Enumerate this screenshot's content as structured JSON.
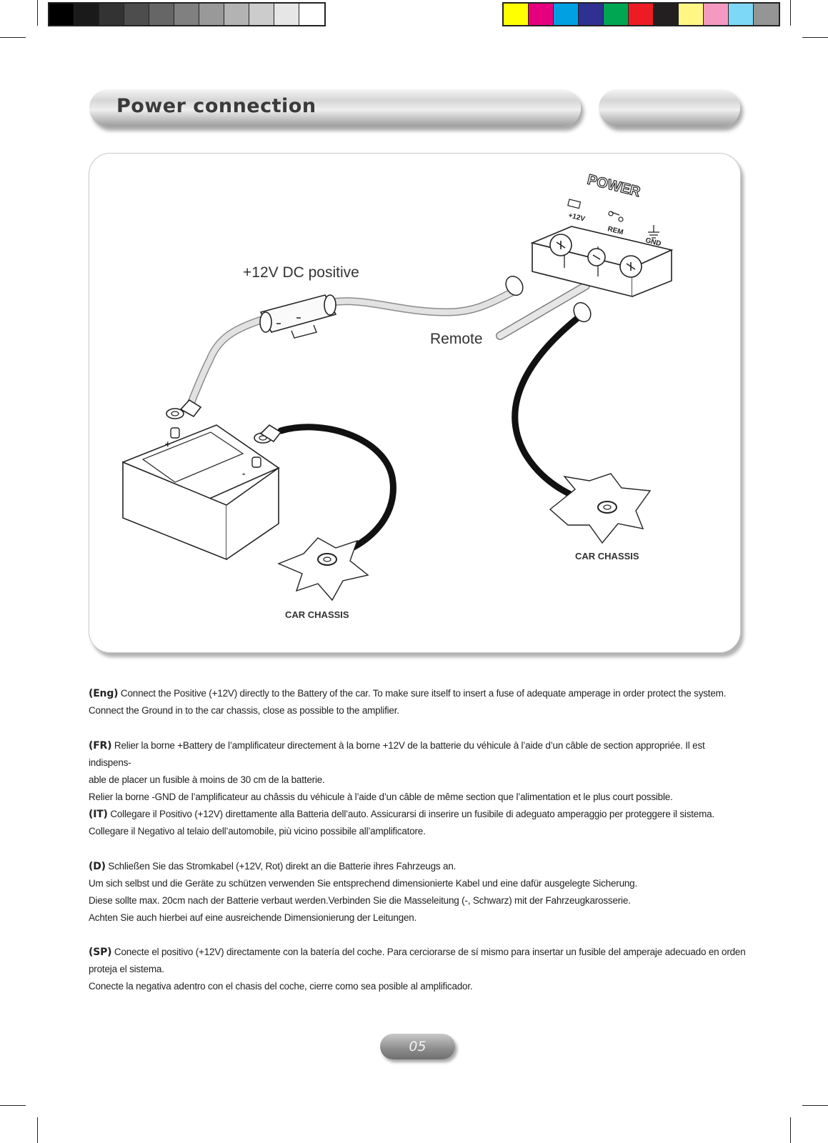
{
  "colors": {
    "gray_bar": [
      "#000000",
      "#1a1a1a",
      "#333333",
      "#4d4d4d",
      "#666666",
      "#808080",
      "#999999",
      "#b3b3b3",
      "#cccccc",
      "#e6e6e6",
      "#ffffff"
    ],
    "color_bar": [
      "#ffff00",
      "#e6007e",
      "#00a0e3",
      "#2e3192",
      "#00a651",
      "#ed1c24",
      "#231f20",
      "#fff685",
      "#f49ac1",
      "#7dd8f7",
      "#959595"
    ],
    "pill_gray": "#9d9d9d",
    "page_number_pill": "#8c8c8c"
  },
  "header": {
    "title": "Power connection"
  },
  "diagram": {
    "label_positive": "+12V DC positive",
    "label_remote": "Remote",
    "chassis_left": "CAR CHASSIS",
    "chassis_right": "CAR CHASSIS",
    "panel_title": "POWER",
    "terminal_12v": "+12V",
    "terminal_rem": "REM",
    "terminal_gnd": "GND",
    "battery_plus": "+",
    "battery_minus": "-"
  },
  "instructions": {
    "eng_tag": "(Eng)",
    "eng_lines": [
      "Connect the Positive (+12V) directly to the Battery of the car. To make sure itself to insert a fuse of adequate amperage in order protect the system.",
      "Connect the Ground in to the car chassis, close as possible to the amplifier."
    ],
    "fr_tag": "(FR)",
    "fr_lines": [
      "Relier la borne +Battery de l’amplificateur directement à la borne +12V de la batterie du véhicule à l’aide d’un câble de section appropriée. Il est indispens-",
      "able de placer un fusible à moins de 30 cm de la batterie.",
      "Relier la borne -GND de l’amplificateur au châssis du véhicule à l’aide d’un câble de même section que l’alimentation et le plus court possible."
    ],
    "it_tag": "(IT)",
    "it_lines": [
      "Collegare il Positivo (+12V) direttamente alla Batteria dell’auto. Assicurarsi di inserire un fusibile di adeguato amperaggio per proteggere il sistema.",
      "Collegare il Negativo al telaio dell’automobile, più vicino possibile all’amplificatore."
    ],
    "d_tag": "(D)",
    "d_lines": [
      "Schließen Sie das Stromkabel (+12V, Rot) direkt an die Batterie ihres Fahrzeugs an.",
      "Um sich selbst und die Geräte zu schützen verwenden Sie entsprechend dimensionierte Kabel und eine dafür ausgelegte Sicherung.",
      "Diese sollte max. 20cm nach der Batterie verbaut werden.Verbinden Sie die Masseleitung (-, Schwarz) mit der Fahrzeugkarosserie.",
      "Achten Sie auch hierbei auf eine ausreichende Dimensionierung der Leitungen."
    ],
    "sp_tag": "(SP)",
    "sp_lines": [
      "Conecte el positivo (+12V) directamente con la batería del coche. Para cerciorarse de sí mismo para insertar un fusible del amperaje adecuado en orden",
      "proteja el sistema.",
      "Conecte la negativa adentro con el chasis del coche, cierre como sea posible al amplificador."
    ]
  },
  "footer": {
    "page_number": "05"
  }
}
